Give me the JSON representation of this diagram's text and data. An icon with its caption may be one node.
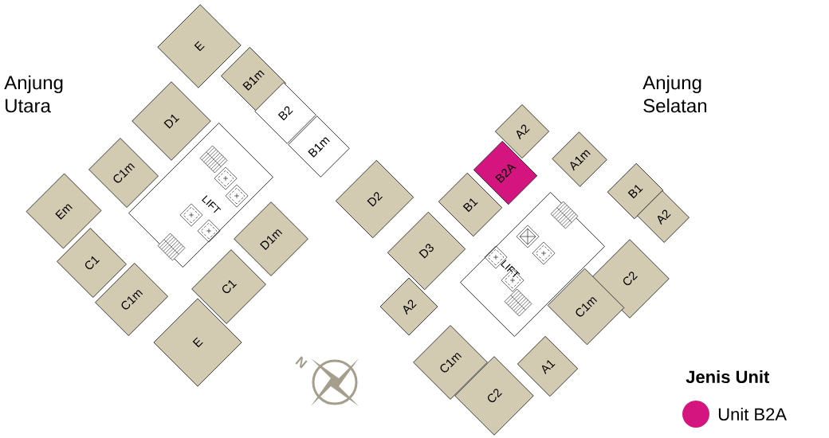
{
  "diagram": {
    "nodes": [
      {
        "text": [
          "E"
        ]
      },
      {
        "text": [
          "B1m"
        ]
      },
      {
        "text": [
          "D1"
        ]
      },
      {
        "text": [
          "B2"
        ]
      },
      {
        "text": [
          "B1m"
        ]
      },
      {
        "text": [
          "C1m"
        ]
      },
      {
        "text": [
          "Em"
        ]
      },
      {
        "text": [
          "C1"
        ]
      },
      {
        "text": [
          "D1m"
        ]
      },
      {
        "text": [
          "C1"
        ]
      },
      {
        "text": [
          "C1m"
        ]
      },
      {
        "text": [
          "E"
        ]
      },
      {
        "text": [
          "A2"
        ]
      },
      {
        "text": [
          "B2A"
        ]
      },
      {
        "text": [
          "A1m"
        ]
      },
      {
        "text": [
          "B1"
        ]
      },
      {
        "text": [
          "D2"
        ]
      },
      {
        "text": [
          "B1"
        ]
      },
      {
        "text": [
          "A2"
        ]
      },
      {
        "text": [
          "D3"
        ]
      },
      {
        "text": [
          "C2"
        ]
      },
      {
        "text": [
          "A2"
        ]
      },
      {
        "text": [
          "C1m"
        ]
      },
      {
        "text": [
          "C1m"
        ]
      },
      {
        "text": [
          "A1"
        ]
      },
      {
        "text": [
          "C2"
        ]
      }
    ],
    "labels": [
      "Anjung Utara",
      "Anjung Selatan",
      "LIFT",
      "LIFT",
      "N",
      "Jenis Unit"
    ],
    "legend": [
      {
        "text": "Unit B2A",
        "color": "#d4157f"
      }
    ]
  }
}
